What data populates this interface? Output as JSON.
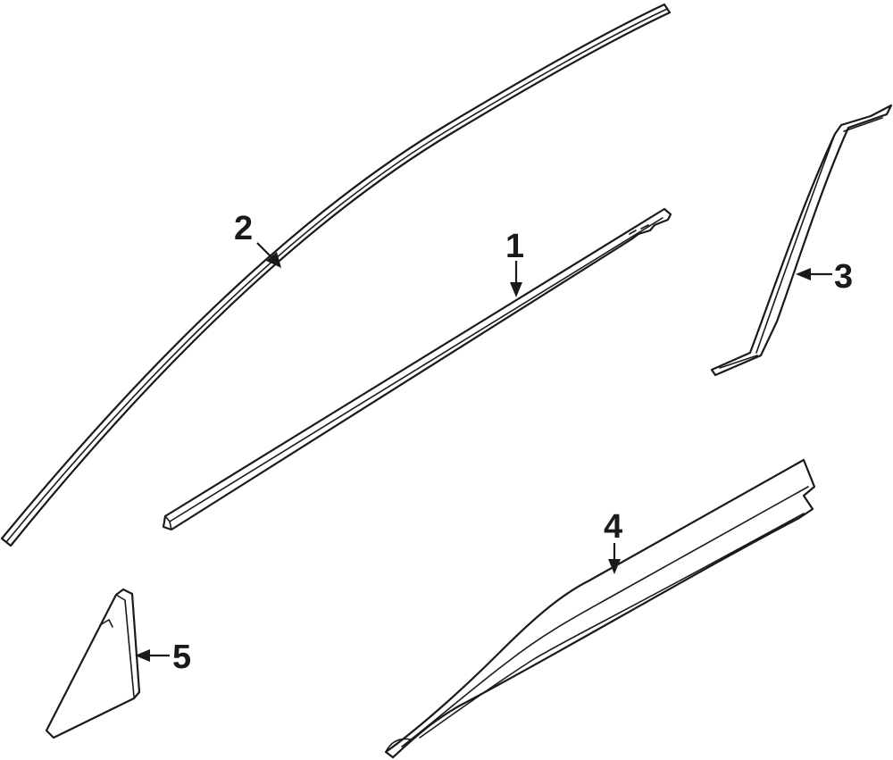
{
  "diagram": {
    "callouts": {
      "part1": "1",
      "part2": "2",
      "part3": "3",
      "part4": "4",
      "part5": "5"
    },
    "colors": {
      "line": "#1a1a1a",
      "background": "#ffffff"
    }
  }
}
